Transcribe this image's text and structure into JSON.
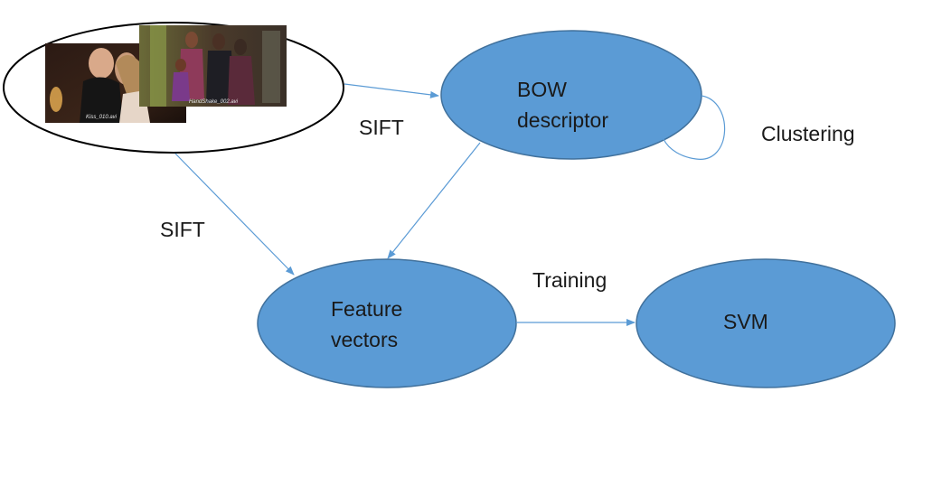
{
  "nodes": {
    "bow": {
      "lines": [
        "BOW",
        "descriptor"
      ]
    },
    "feature": {
      "lines": [
        "Feature",
        "vectors"
      ]
    },
    "svm": {
      "lines": [
        "SVM"
      ]
    }
  },
  "images": {
    "kiss_caption": "Kiss_010.avi",
    "handshake_caption": "HandShake_002.avi"
  },
  "edge_labels": {
    "sift_top": "SIFT",
    "sift_left": "SIFT",
    "clustering": "Clustering",
    "training": "Training"
  },
  "colors": {
    "node_fill": "#5b9bd5",
    "node_stroke": "#41719c",
    "arrow": "#5b9bd5",
    "text": "#1a1a1a"
  }
}
